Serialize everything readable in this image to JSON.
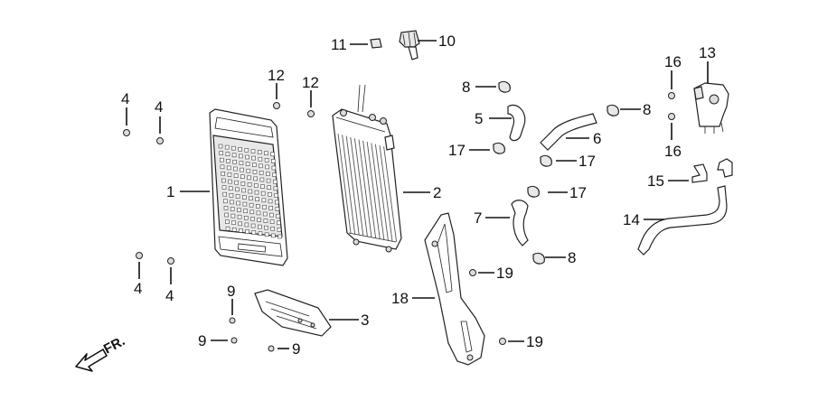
{
  "callouts": {
    "c1": "1",
    "c2": "2",
    "c3": "3",
    "c4a": "4",
    "c4b": "4",
    "c4c": "4",
    "c4d": "4",
    "c5": "5",
    "c6": "6",
    "c7": "7",
    "c8a": "8",
    "c8b": "8",
    "c8c": "8",
    "c9a": "9",
    "c9b": "9",
    "c9c": "9",
    "c10": "10",
    "c11": "11",
    "c12a": "12",
    "c12b": "12",
    "c13": "13",
    "c14": "14",
    "c15": "15",
    "c16a": "16",
    "c16b": "16",
    "c17a": "17",
    "c17b": "17",
    "c17c": "17",
    "c18": "18",
    "c19a": "19",
    "c19b": "19"
  },
  "front_marker": {
    "label": "FR."
  },
  "colors": {
    "line": "#222222",
    "text": "#111111",
    "fill": "#ffffff",
    "shade": "#e8e8e8"
  }
}
